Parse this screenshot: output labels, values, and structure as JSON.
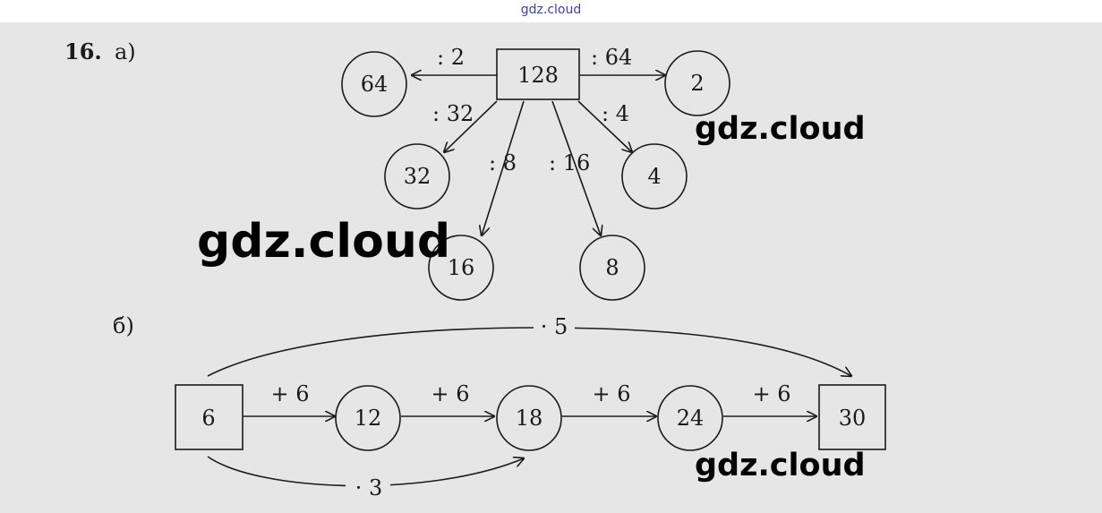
{
  "site_header": "gdz.cloud",
  "problem": {
    "number": "16.",
    "part_a": "а)",
    "part_b": "б)"
  },
  "part_a": {
    "center": "128",
    "nodes": {
      "n64": "64",
      "n2": "2",
      "n32": "32",
      "n4": "4",
      "n16": "16",
      "n8": "8"
    },
    "ops": {
      "to64": ": 2",
      "to2": ": 64",
      "to32": ": 4",
      "to4": ": 32",
      "to16": ": 8",
      "to8": ": 16"
    }
  },
  "part_b": {
    "start": "6",
    "chain": [
      "12",
      "18",
      "24"
    ],
    "end": "30",
    "step_op": "+ 6",
    "arc_top_op": "· 5",
    "arc_bottom_op": "· 3"
  },
  "watermarks": [
    "gdz.cloud",
    "gdz.cloud",
    "gdz.cloud"
  ]
}
